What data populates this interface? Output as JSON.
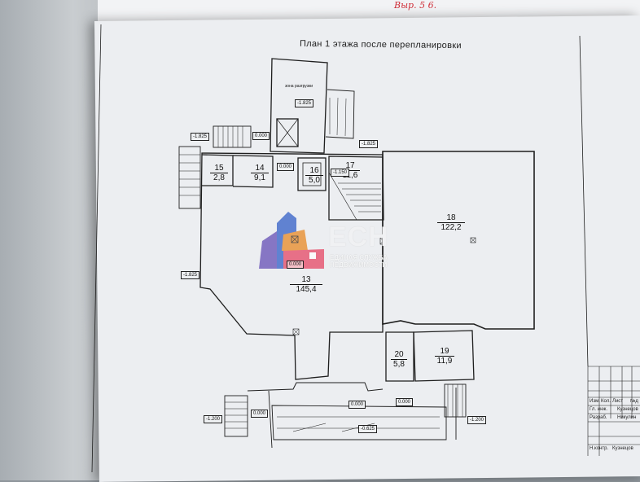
{
  "page_title": "План 1 этажа после перепланировки",
  "annotation": "Выр. 5  6.",
  "rooms": [
    {
      "num": "13",
      "area": "145,4"
    },
    {
      "num": "14",
      "area": "9,1"
    },
    {
      "num": "15",
      "area": "2,8"
    },
    {
      "num": "16",
      "area": "5,0"
    },
    {
      "num": "17",
      "area": "11,6"
    },
    {
      "num": "18",
      "area": "122,2"
    },
    {
      "num": "19",
      "area": "11,9"
    },
    {
      "num": "20",
      "area": "5,8"
    }
  ],
  "zone_label": "зона разгрузки",
  "levels": {
    "l1825_a": "-1.825",
    "l1825_b": "-1.825",
    "l1825_c": "-1.825",
    "l1825_d": "-1.825",
    "l000_a": "0.000",
    "l000_b": "0.000",
    "l000_c": "0.000",
    "l000_d": "0.000",
    "l000_e": "0.000",
    "l000_logo": "0.000",
    "l1150": "-1.150",
    "l1200_a": "-1.200",
    "l1200_b": "-1.200",
    "l0625": "-0.625"
  },
  "stamp": {
    "row1": [
      "Изм.",
      "Кол.",
      "Лист",
      "№д"
    ],
    "row2": [
      "Гл. инж.",
      "Кузнецов"
    ],
    "row3": [
      "Разраб.",
      "Никулин"
    ],
    "row4": [
      "Н.контр.",
      "Кузнецов"
    ]
  },
  "logo": {
    "mark": "ЕСН",
    "line1": "ЕДИНАЯ СЛУЖБА",
    "line2": "НЕДВИЖИМОСТИ"
  }
}
